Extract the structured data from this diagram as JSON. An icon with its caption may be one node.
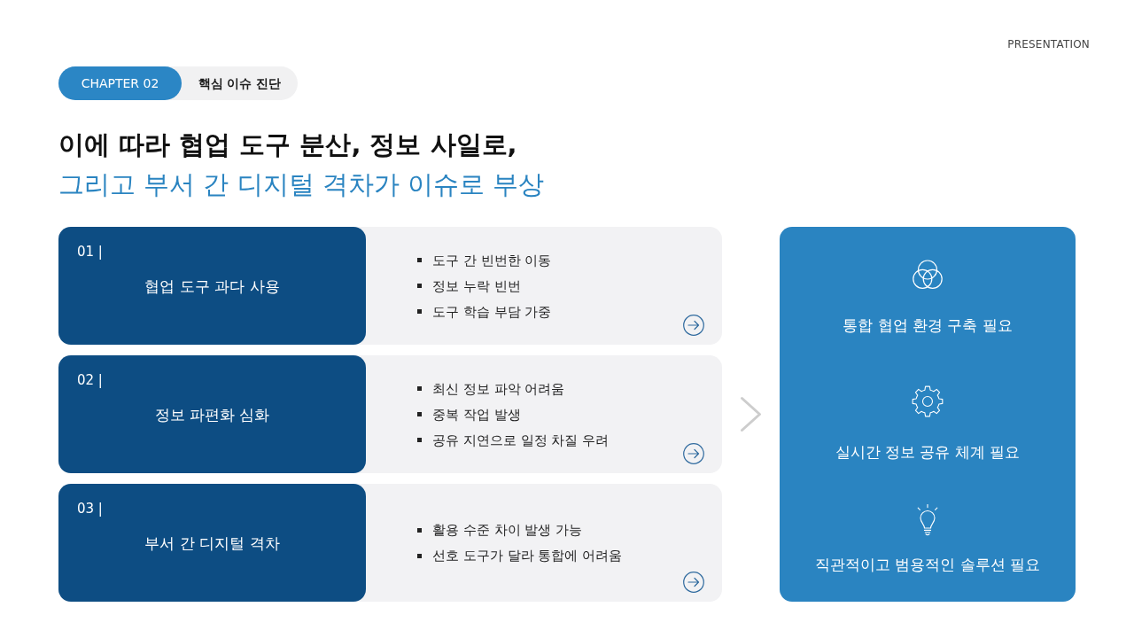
{
  "diagram": {
    "title": "이에 따라 협업 도구 분산, 정보 사일로,",
    "nodes": [
      {
        "text": [
          "핵심 이슈 진단"
        ]
      },
      {
        "text": [
          "CHAPTER 02"
        ],
        "in": 0
      },
      {
        "text": [
          "도구 간 빈번한 이동",
          "정보 누락 빈번",
          "도구 학습 부담 가중"
        ]
      },
      {
        "text": [
          "01 |",
          "협업 도구 과다 사용"
        ],
        "in": 2
      },
      {
        "text": [
          "최신 정보 파악 어려움",
          "중복 작업 발생",
          "공유 지연으로 일정 차질 우려"
        ]
      },
      {
        "text": [
          "02 |",
          "정보 파편화 심화"
        ],
        "in": 4
      },
      {
        "text": [
          "활용 수준 차이 발생 가능",
          "선호 도구가 달라 통합에 어려움"
        ]
      },
      {
        "text": [
          "03 |",
          "부서 간 디지털 격차"
        ],
        "in": 6
      },
      {
        "text": [
          "통합 협업 환경 구축 필요",
          "실시간 정보 공유 체계 필요",
          "직관적이고 범용적인 솔루션 필요"
        ]
      }
    ],
    "edges": [
      {
        "from": 4,
        "to": 8,
        "arrow": "to"
      }
    ],
    "labels": [
      "PRESENTATION",
      "그리고 부서 간 디지털 격차가 이슈로 부상"
    ]
  }
}
